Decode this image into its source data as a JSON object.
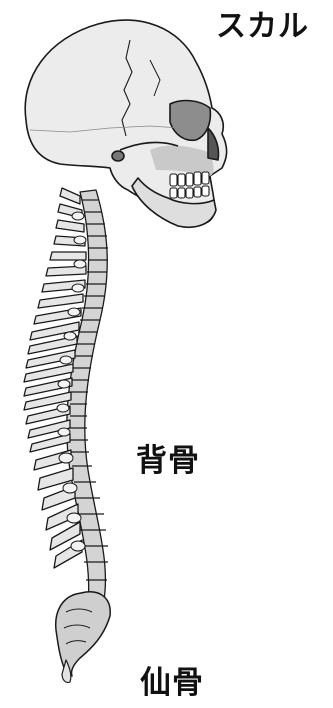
{
  "labels": {
    "skull": "スカル",
    "spine": "背骨",
    "sacrum": "仙骨"
  },
  "colors": {
    "bone_fill": "#ececec",
    "bone_shade": "#c9c9c9",
    "outline": "#1a1a1a",
    "label_text": "#111111"
  }
}
